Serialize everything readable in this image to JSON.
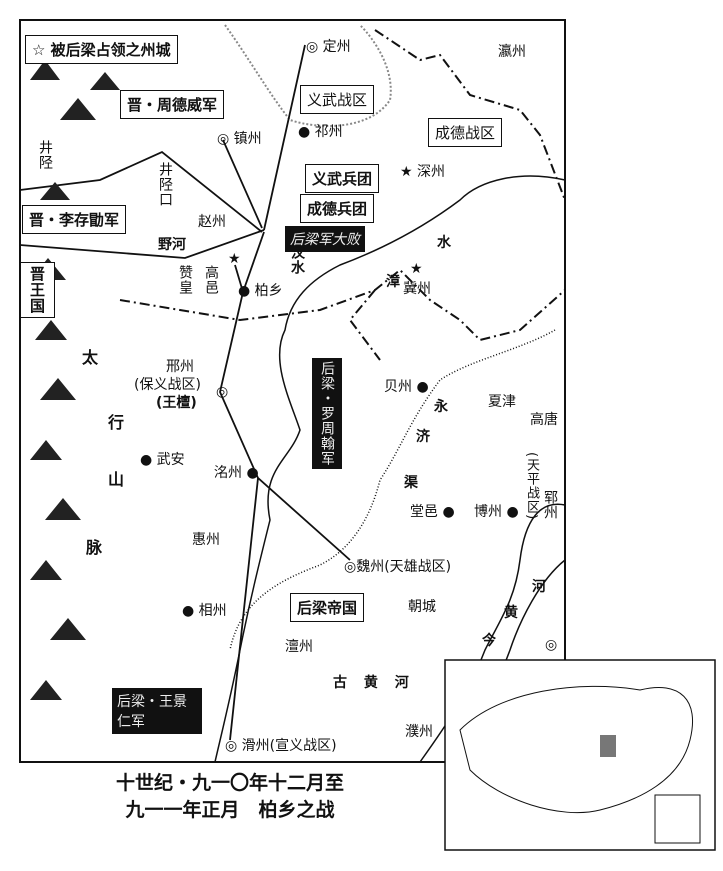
{
  "legend": "☆ 被后梁占领之州城",
  "regions": {
    "yiwu": "义武战区",
    "chengde": "成德战区",
    "empire": "后梁帝国",
    "jinwang": "晋王国"
  },
  "armies": {
    "zhou": "晋・周德威军",
    "li": "晋・李存勖军",
    "yiwu_corps": "义武兵团",
    "chengde_corps": "成德兵团",
    "defeat": "后梁军大败",
    "luo": "后梁・罗周翰军",
    "wang": "后梁・王景仁军"
  },
  "places": {
    "dingzhou": "定州",
    "yingzhou": "瀛州",
    "qizhou": "祁州",
    "zhenzhou": "镇州",
    "jingxing": "井陉",
    "jingxingkou": "井陉口",
    "shenzhou": "深州",
    "zhaozhou": "赵州",
    "yehe": "野河",
    "zanhuang": "赞皇",
    "gaoyi": "高邑",
    "baixiang": "柏乡",
    "wenshui": "汶水",
    "zhangshui_a": "漳",
    "zhangshui_b": "水",
    "jizhou": "冀州",
    "xingzhou": "邢州",
    "baoyi": "(保义战区)",
    "wangtan": "(王檀)",
    "beizhou": "贝州",
    "yongjiqu": [
      "永",
      "济",
      "渠"
    ],
    "xiajin": "夏津",
    "gaotang": "高唐",
    "wuan": "武安",
    "mingzhou": "洺州",
    "tangyi": "堂邑",
    "bozhou": "博州",
    "tianping": "(天平战区)",
    "yunzhou": "郓州",
    "huizhou": "惠州",
    "weizhou": "魏州(天雄战区)",
    "chaocheng": "朝城",
    "xiangzhou": "相州",
    "huanghe": [
      "河",
      "黄",
      "今"
    ],
    "chanzhou": "澶州",
    "guhuanghe": "古 黄 河",
    "puzhou": "濮州",
    "huazhou": "滑州(宣义战区)",
    "taihang": [
      "太",
      "行",
      "山",
      "脉"
    ]
  },
  "caption": [
    "十世纪・九一〇年十二月至",
    "九一一年正月　柏乡之战"
  ]
}
